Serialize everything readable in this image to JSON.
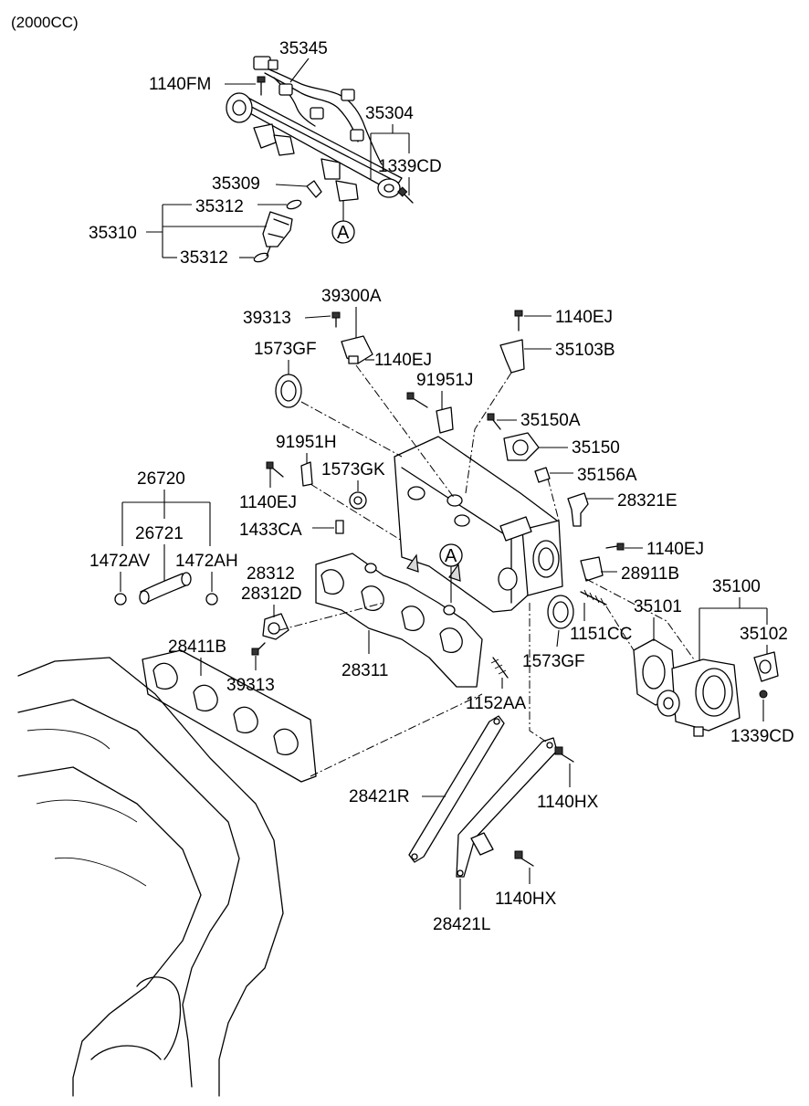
{
  "header": {
    "engine_label": "(2000CC)"
  },
  "labels": {
    "p35345": "35345",
    "p1140FM": "1140FM",
    "p35304": "35304",
    "p1339CD_top": "1339CD",
    "p35309": "35309",
    "p35312_a": "35312",
    "p35310": "35310",
    "p35312_b": "35312",
    "callout_a_top": "A",
    "p39313_top": "39313",
    "p39300A": "39300A",
    "p1140EJ_top": "1140EJ",
    "p35103B": "35103B",
    "p1573GF_top": "1573GF",
    "p1140EJ_mid": "1140EJ",
    "p91951J": "91951J",
    "p35150A": "35150A",
    "p35150": "35150",
    "p91951H": "91951H",
    "p1573GK": "1573GK",
    "p35156A": "35156A",
    "p26720": "26720",
    "p1140EJ_left": "1140EJ",
    "p28321E": "28321E",
    "p1433CA": "1433CA",
    "p26721": "26721",
    "p1472AV": "1472AV",
    "p1472AH": "1472AH",
    "p1140EJ_right": "1140EJ",
    "p28312": "28312",
    "p28911B": "28911B",
    "p28312D": "28312D",
    "callout_a_mid": "A",
    "p35100": "35100",
    "p35101": "35101",
    "p1151CC": "1151CC",
    "p35102": "35102",
    "p28411B": "28411B",
    "p28311": "28311",
    "p1573GF_low": "1573GF",
    "p39313_low": "39313",
    "p1152AA": "1152AA",
    "p1339CD_low": "1339CD",
    "p28421R": "28421R",
    "p1140HX_a": "1140HX",
    "p1140HX_b": "1140HX",
    "p28421L": "28421L"
  }
}
